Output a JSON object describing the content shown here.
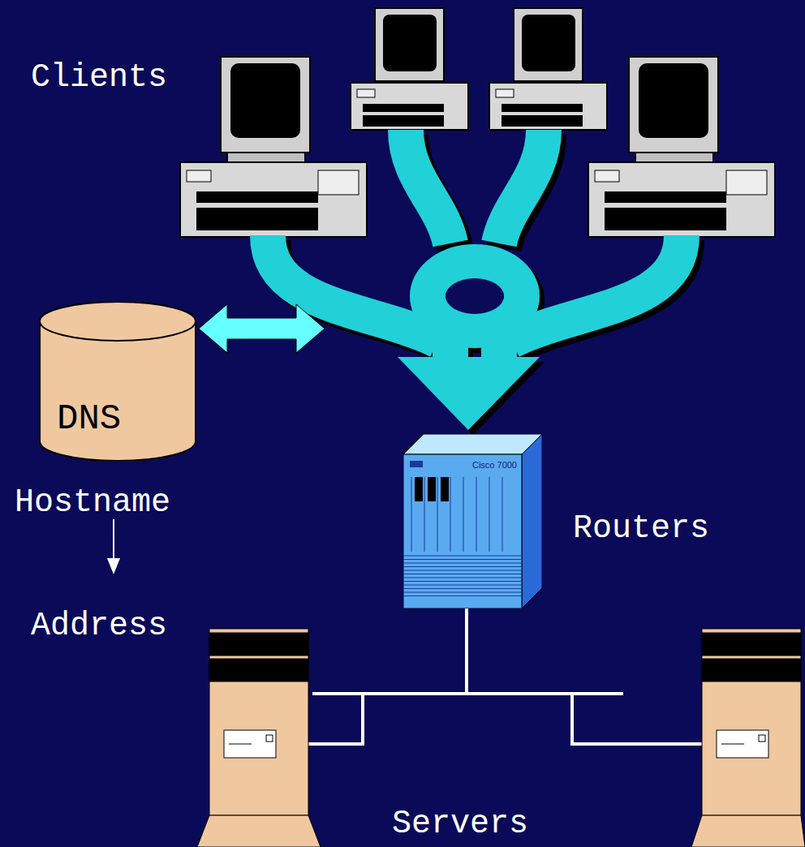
{
  "diagram": {
    "nodes": [
      {
        "text": [
          "DNS"
        ]
      },
      {
        "text": [
          "Cisco 7000"
        ]
      }
    ],
    "labels": [
      "Clients",
      "Hostname",
      "Address",
      "Routers",
      "Servers"
    ]
  }
}
